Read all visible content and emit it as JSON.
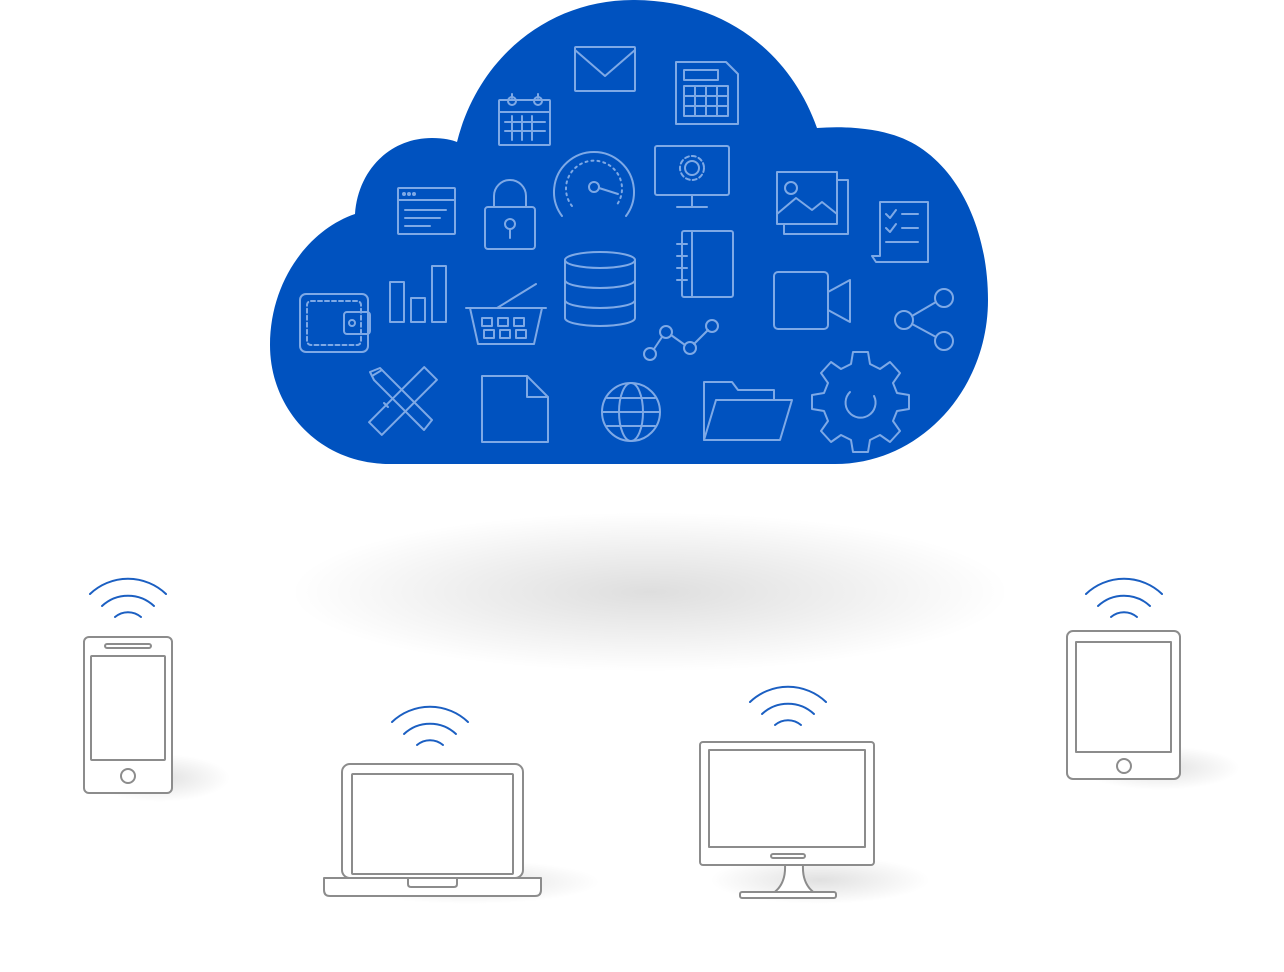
{
  "colors": {
    "cloud": "#0052bf",
    "cloud_icon_stroke": "#7ea9e6",
    "signal": "#1b5fc2",
    "device_outline": "#8c8c8c",
    "background": "#ffffff"
  },
  "cloud": {
    "icons": [
      "envelope-icon",
      "spreadsheet-icon",
      "calendar-icon",
      "browser-window-icon",
      "padlock-icon",
      "speedometer-icon",
      "monitor-gear-icon",
      "image-gallery-icon",
      "checklist-icon",
      "wallet-icon",
      "bar-chart-icon",
      "shopping-basket-icon",
      "database-icon",
      "notebook-icon",
      "video-camera-icon",
      "share-icon",
      "line-graph-icon",
      "pencil-ruler-icon",
      "document-icon",
      "globe-icon",
      "folder-icon",
      "settings-gear-icon"
    ]
  },
  "devices": [
    {
      "type": "smartphone",
      "icon": "smartphone-icon"
    },
    {
      "type": "laptop",
      "icon": "laptop-icon"
    },
    {
      "type": "desktop-monitor",
      "icon": "desktop-monitor-icon"
    },
    {
      "type": "tablet",
      "icon": "tablet-icon"
    }
  ],
  "signal_icon": "wifi-signal-icon"
}
